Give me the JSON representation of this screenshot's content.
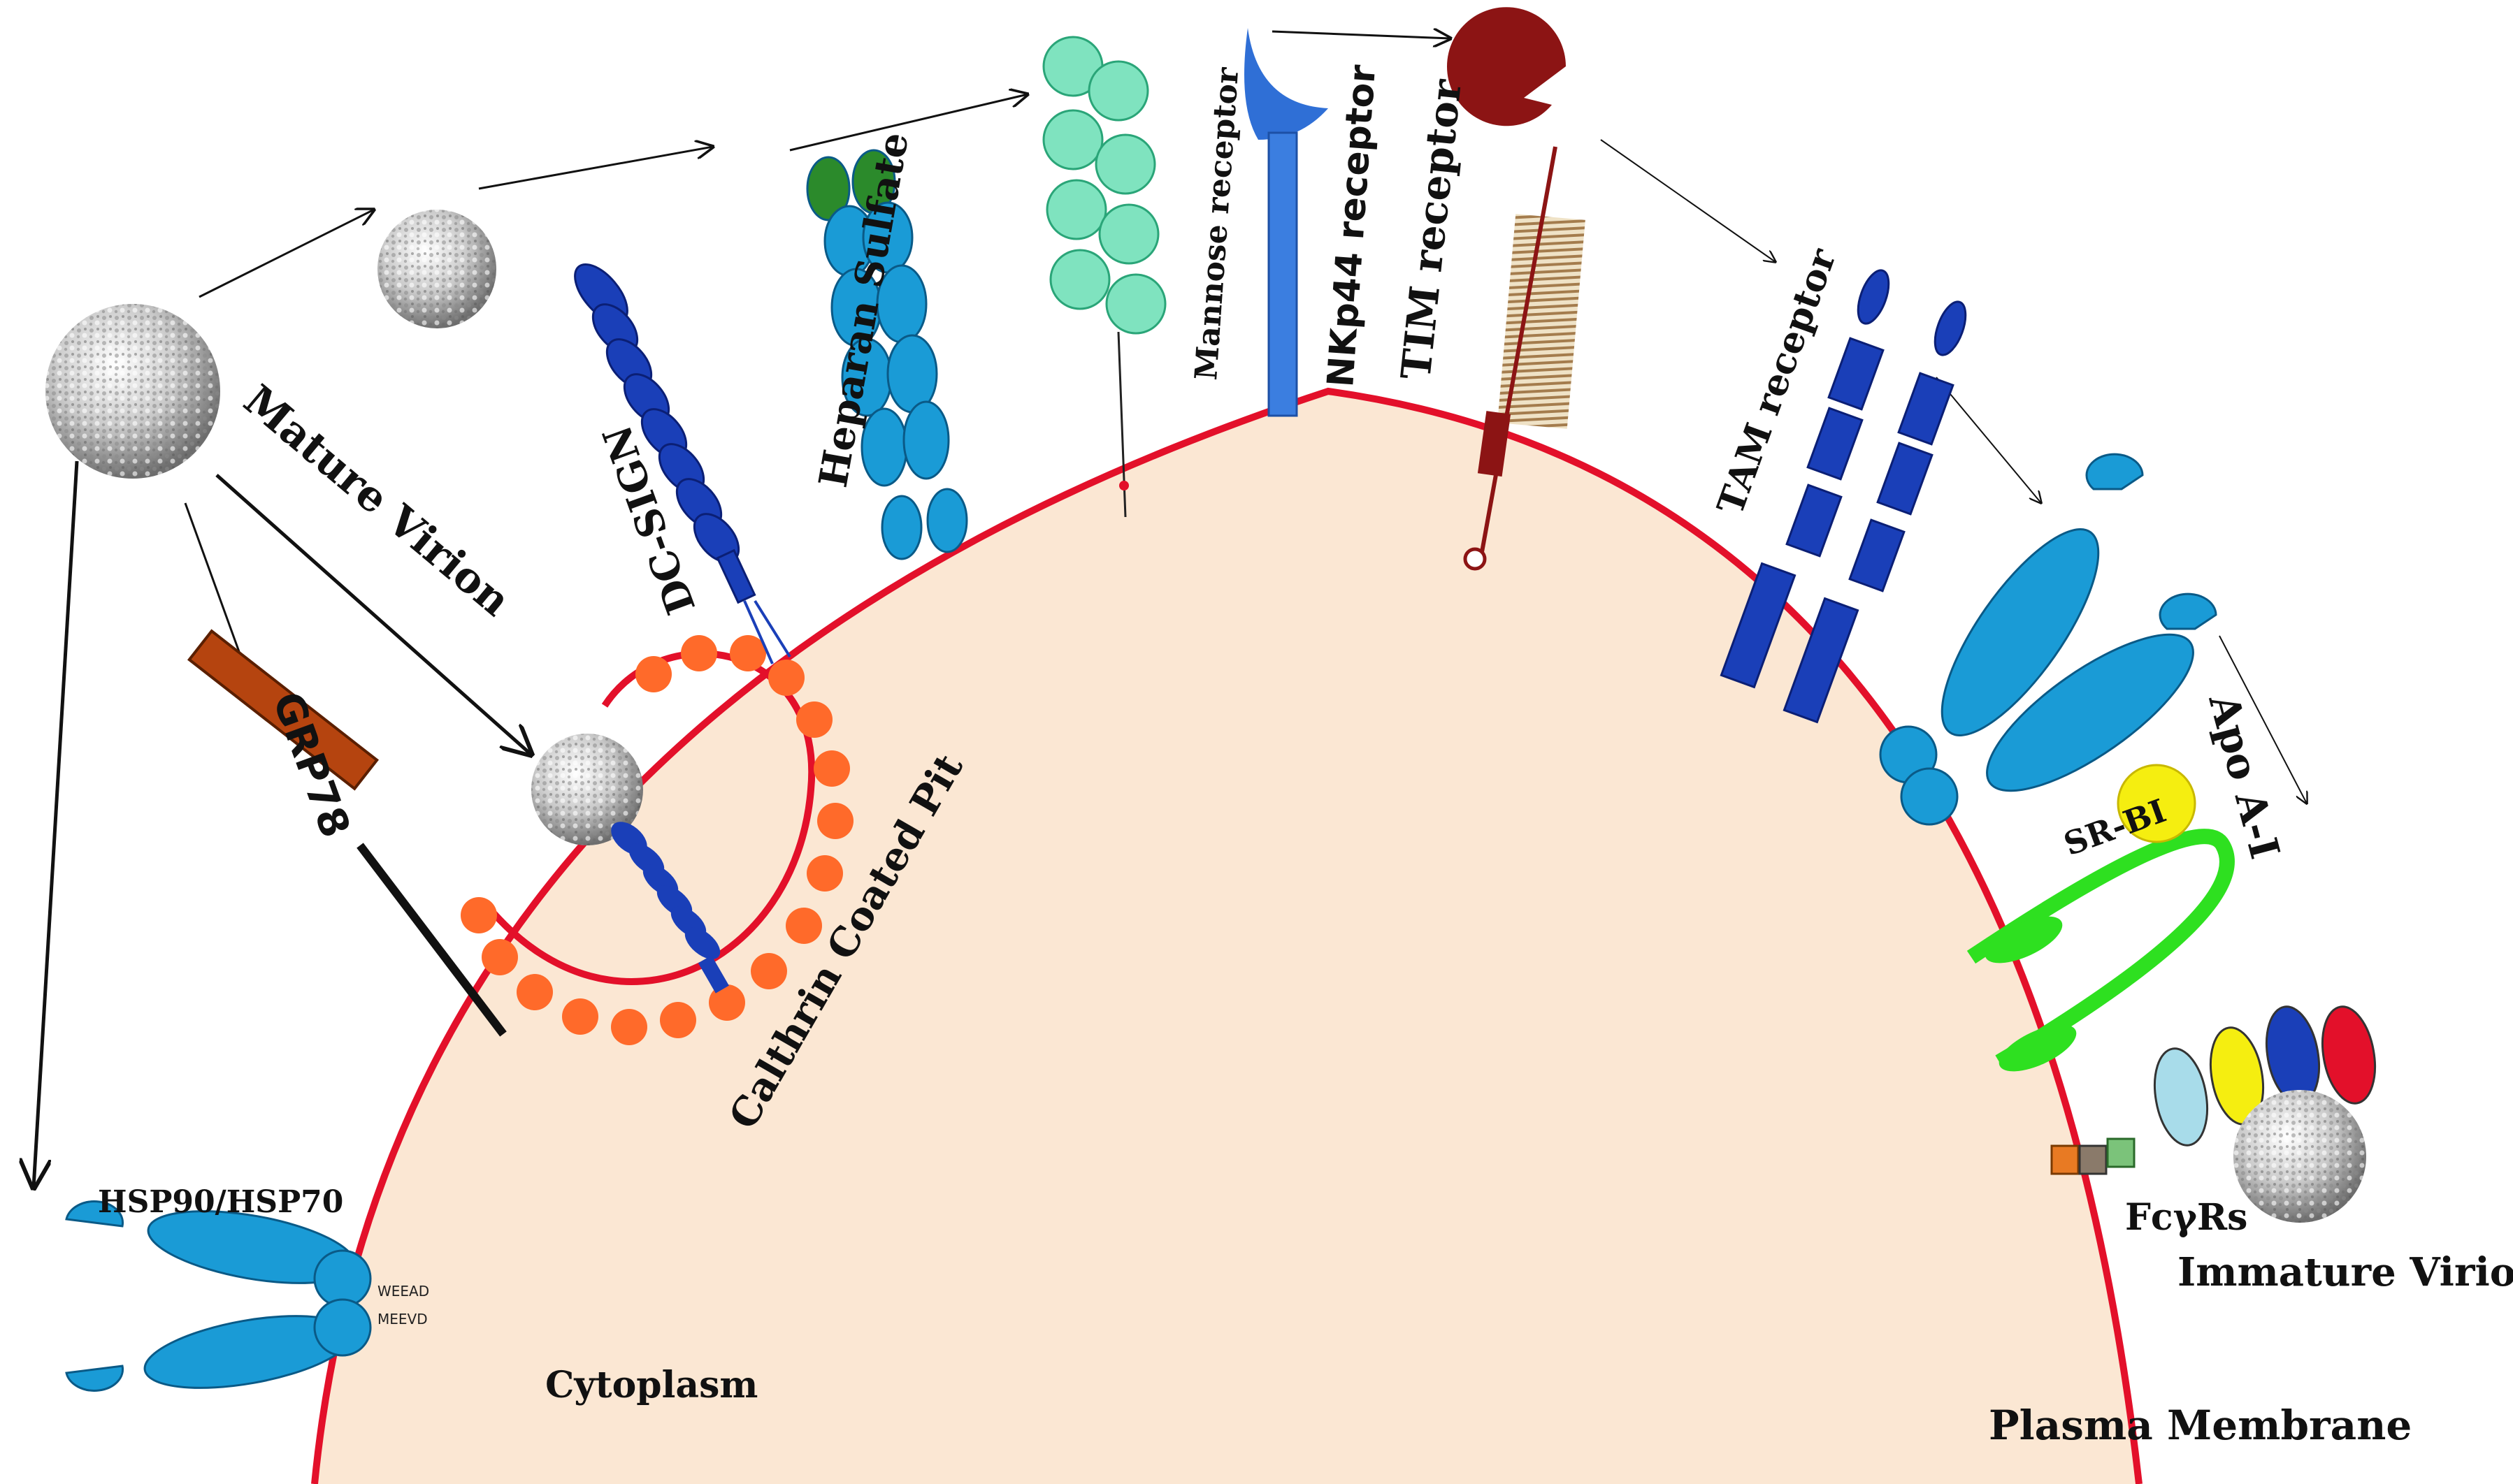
{
  "labels": {
    "mature_virion": "Mature Virion",
    "grp78": "GRP78",
    "hsp": "HSP90/HSP70",
    "dc_sign": "DC-SIGN",
    "heparan": "Heparan Sulfate",
    "mannose": "Mannose receptor",
    "nkp44": "NKp44 receptor",
    "tim": "TIM receptor",
    "tam": "TAM receptor",
    "apo": "Apo A-I",
    "srbi": "SR-BI",
    "fc": "FcγRs",
    "immature": "Immature Virion",
    "cytoplasm": "Cytoplasm",
    "membrane": "Plasma Membrane",
    "clathrin": "Calthrin Coated Pit",
    "weead": "WEEAD",
    "meevd": "MEEVD"
  },
  "colors": {
    "membrane": "#e3102a",
    "cytoplasm": "#fbe7d3",
    "receptor_blue": "#1a9bd6",
    "receptor_dark": "#1a3fb8",
    "mannose_green": "#7fe3bf",
    "grp78": "#b5440f",
    "tim": "#8c1414",
    "srbi": "#2ee020",
    "apo": "#f5ee10",
    "clathrin": "#ff6a2a"
  }
}
